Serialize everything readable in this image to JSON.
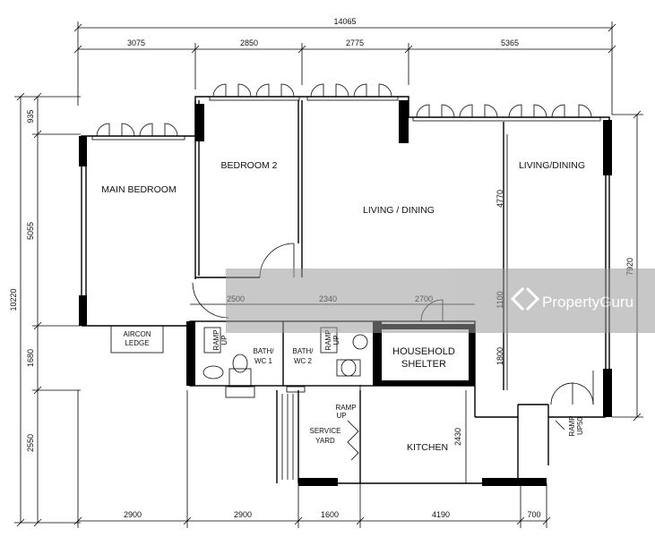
{
  "dimensions": {
    "top_total": "14065",
    "top": [
      "3075",
      "2850",
      "2775",
      "5365"
    ],
    "bottom": [
      "2900",
      "2900",
      "1600",
      "4190",
      "700"
    ],
    "left_total": "10220",
    "left": [
      "935",
      "5055",
      "1680",
      "2550"
    ],
    "right_total": "7920",
    "interior": {
      "d2500": "2500",
      "d2340": "2340",
      "d2700": "2700",
      "d4770": "4770",
      "d1100": "1100",
      "d1800": "1800",
      "d2430": "2430"
    }
  },
  "rooms": {
    "main_bedroom": "MAIN BEDROOM",
    "bedroom2": "BEDROOM 2",
    "living_dining_1": "LIVING / DINING",
    "living_dining_2": "LIVING/DINING",
    "aircon_ledge": [
      "AIRCON",
      "LEDGE"
    ],
    "bath1": [
      "BATH/",
      "WC 1"
    ],
    "bath2": [
      "BATH/",
      "WC 2"
    ],
    "household_shelter": [
      "HOUSEHOLD",
      "SHELTER"
    ],
    "service_yard": [
      "SERVICE",
      "YARD"
    ],
    "kitchen": "KITCHEN",
    "ramp_up": [
      "RAMP",
      "UP"
    ],
    "ramp_up_50": [
      "RAMP",
      "UP50"
    ]
  },
  "watermark": {
    "brand": "PropertyGuru",
    "icon": "propertyguru-logo-icon",
    "color": "#9a9a9a"
  }
}
